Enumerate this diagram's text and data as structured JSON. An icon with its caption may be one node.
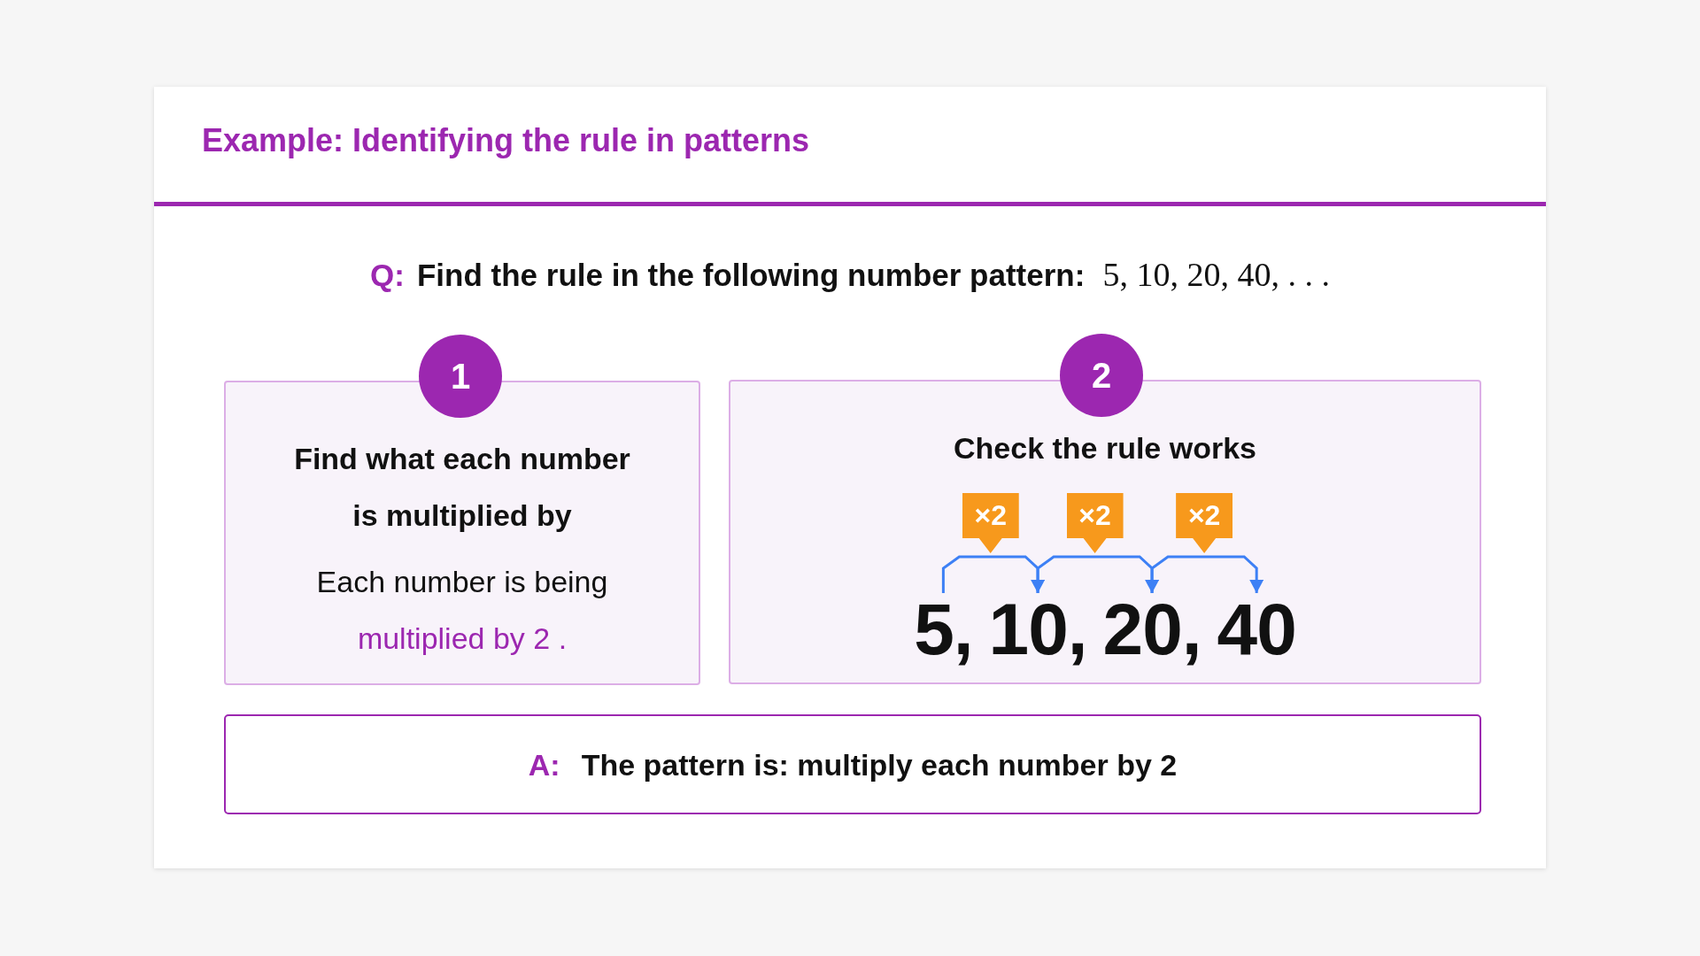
{
  "diagram": {
    "title": "Example: Identifying the rule in patterns",
    "nodes": [
      {
        "text": [
          "1"
        ]
      },
      {
        "text": [
          "Find what each number is multiplied by",
          "Each number is being",
          "multiplied by 2 ."
        ]
      },
      {
        "text": [
          "2"
        ]
      },
      {
        "text": [
          "Check the rule works"
        ]
      },
      {
        "text": [
          "5,"
        ],
        "in": 3
      },
      {
        "text": [
          "10,"
        ],
        "in": 3
      },
      {
        "text": [
          "20,"
        ],
        "in": 3
      },
      {
        "text": [
          "40"
        ],
        "in": 3
      },
      {
        "text": [
          "A:",
          "The pattern is: multiply each number by 2"
        ]
      }
    ],
    "edges": [
      {
        "from": 4,
        "to": 5,
        "arrow": "to",
        "label": "×2"
      },
      {
        "from": 5,
        "to": 6,
        "arrow": "to",
        "label": "×2"
      },
      {
        "from": 6,
        "to": 7,
        "arrow": "to",
        "label": "×2"
      }
    ],
    "labels": [
      "Q:",
      "Find the rule in the following number pattern:",
      "5, 10, 20, 40, . . ."
    ]
  }
}
